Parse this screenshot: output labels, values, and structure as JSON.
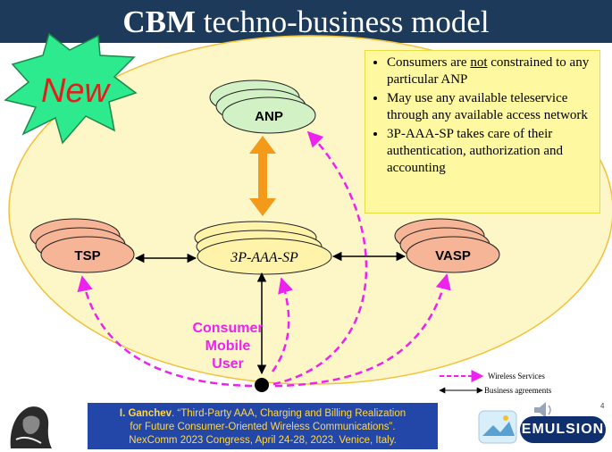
{
  "slide": {
    "title_bold": "CBM",
    "title_rest": " techno-business model",
    "page_number": "4"
  },
  "starburst": {
    "label": "New"
  },
  "nodes": {
    "anp": "ANP",
    "tsp": "TSP",
    "aaa": "3P-AAA-SP",
    "vasp": "VASP",
    "consumer_line1": "Consumer",
    "consumer_line2": "Mobile",
    "consumer_line3": "User"
  },
  "bullets": [
    {
      "pre": "Consumers are ",
      "underlined": "not",
      "post": " constrained to any particular ANP"
    },
    {
      "pre": "May use any available teleservice through any available access network",
      "underlined": "",
      "post": ""
    },
    {
      "pre": "3P-AAA-SP takes care of their authentication, authorization and accounting",
      "underlined": "",
      "post": ""
    }
  ],
  "legend": {
    "wireless": "Wireless Services",
    "business": "Business agreements"
  },
  "footer": {
    "author": "I. Ganchev",
    "line1_rest": ". “Third-Party AAA, Charging and Billing Realization",
    "line2": "for Future Consumer-Oriented Wireless Communications”.",
    "line3": "NexComm 2023 Congress, April 24-28, 2023. Venice, Italy."
  },
  "logo": {
    "text": "EMULSION"
  },
  "colors": {
    "title_bg": "#1d3a5a",
    "ellipse_fill": "#fdf6c6",
    "ellipse_stroke": "#f2c13a",
    "node_green": "#d2f2c6",
    "node_salmon": "#f6b596",
    "aaa_fill": "#fef3a8",
    "wireless": "#ee22ee",
    "anp_link": "#f39a1b",
    "starburst": "#2eea8e"
  }
}
